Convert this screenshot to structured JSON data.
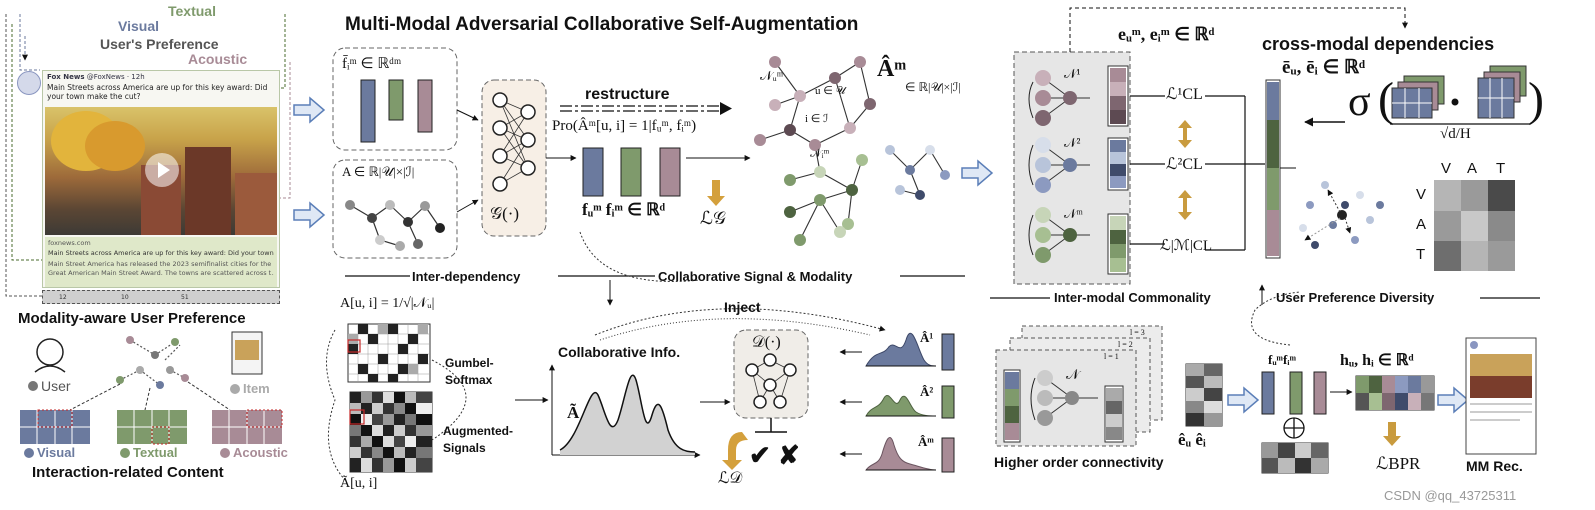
{
  "title": "Multi-Modal Adversarial Collaborative Self-Augmentation",
  "left_panel": {
    "textual_label": "Textual",
    "visual_label": "Visual",
    "preference_label": "User's Preference",
    "acoustic_label": "Acoustic",
    "tweet": {
      "account": "Fox News",
      "handle": "@FoxNews · 12h",
      "text": "Main Streets across America are up for this key award: Did your town make the cut?",
      "domain": "foxnews.com",
      "link_title": "Main Streets across America are up for this key award: Did your town ...",
      "link_desc_1": "Main Street America has released the 2023 semifinalist cities for the",
      "link_desc_2": "Great American Main Street Award. The towns are scattered across t..."
    },
    "actions": [
      "12",
      "10",
      "51"
    ],
    "modality_aware_label": "Modality-aware User Preference",
    "user_label": "User",
    "item_label": "Item",
    "visual_legend": "Visual",
    "textual_legend": "Textual",
    "acoustic_legend": "Acoustic",
    "interaction_content_label": "Interaction-related Content"
  },
  "middle_panel": {
    "feature_math": "f̄ᵢᵐ ∈ ℝᵈᵐ",
    "adjacency_math": "A ∈ ℝ|𝒰|×|ℐ|",
    "generator": "𝒢(·)",
    "restructure": "restructure",
    "pro_formula": "Pro(Âᵐ[u, i] = 1|fᵤᵐ, fᵢᵐ)",
    "f_u_f_i": "fᵤᵐ fᵢᵐ ∈ ℝᵈ",
    "loss_g": "ℒ𝒢",
    "a_hat_m": "Âᵐ",
    "a_hat_space": "∈ ℝ|𝒰|×|ℐ|",
    "n_u": "𝒩ᵤᵐ",
    "u_in_u": "u ∈ 𝒰",
    "i_in_i": "i ∈ ℐ",
    "n_i": "𝒩ᵢᵐ",
    "inter_dependency": "Inter-dependency",
    "collab_signal": "Collaborative Signal & Modality",
    "norm_formula": "A[u, i] = 1/√|𝒩ᵤ|",
    "gumbel": "Gumbel-",
    "softmax": "Softmax",
    "augmented": "Augmented-",
    "signals": "Signals",
    "a_tilde_ui": "Ã[u, i]",
    "collab_info": "Collaborative Info.",
    "a_tilde": "Ã",
    "inject": "Inject",
    "discriminator": "𝒟(·)",
    "loss_d": "ℒ𝒟",
    "check": "✔",
    "cross": "✘",
    "a_hat_1": "Â¹",
    "a_hat_2": "Â²",
    "a_hat_m_small": "Âᵐ"
  },
  "right_panel": {
    "eu_ei_m": "eᵤᵐ, eᵢᵐ ∈ ℝᵈ",
    "cross_modal": "cross-modal dependencies",
    "eu_ei_bar": "ēᵤ, ēᵢ ∈ ℝᵈ",
    "sigma": "σ",
    "sqrt_dh": "√d/H",
    "n1": "𝒩¹",
    "n2": "𝒩²",
    "nm": "𝒩ᵐ",
    "lcl1": "ℒ¹CL",
    "lcl2": "ℒ²CL",
    "lclm": "ℒ|ℳ|CL",
    "vat": [
      "V",
      "A",
      "T"
    ],
    "inter_modal": "Inter-modal Commonality",
    "user_pref_div": "User Preference Diversity",
    "higher_order": "Higher order connectivity",
    "n_plain": "𝒩",
    "l1": "l = 1",
    "l2": "l = 2",
    "l3": "l = 3",
    "eu_ei_hat": "êᵤ êᵢ",
    "fu_fi": "fᵤᵐfᵢᵐ",
    "hu_hi": "hᵤ, hᵢ ∈ ℝᵈ",
    "oplus": "⊕",
    "l_bpr": "ℒBPR",
    "mm_rec": "MM Rec.",
    "watermark": "CSDN @qq_43725311"
  },
  "colors": {
    "visual": "#6b7a9e",
    "textual": "#7f9a6c",
    "acoustic": "#a88b96",
    "arrow_blue": "#5b7fb8",
    "orange": "#d4a03c"
  }
}
